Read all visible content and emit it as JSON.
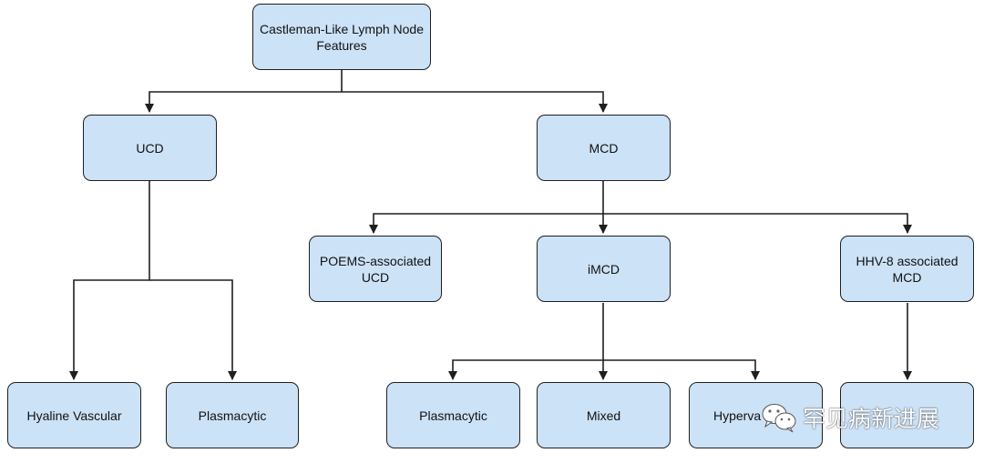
{
  "diagram": {
    "nodes": {
      "root": "Castleman-Like Lymph Node\nFeatures",
      "ucd": "UCD",
      "mcd": "MCD",
      "poems": "POEMS-associated\nUCD",
      "imcd": "iMCD",
      "hhv8": "HHV-8 associated\nMCD",
      "hyaline": "Hyaline Vascular",
      "plasmacytic_ucd": "Plasmacytic",
      "plasmacytic_imcd": "Plasmacytic",
      "mixed": "Mixed",
      "hypervascular": "Hyperva",
      "hhv8_child": ""
    },
    "colors": {
      "node_fill": "#cce2f7",
      "stroke": "#1f1f1f"
    }
  },
  "watermark": {
    "icon": "wechat-icon",
    "text": "罕见病新进展"
  }
}
